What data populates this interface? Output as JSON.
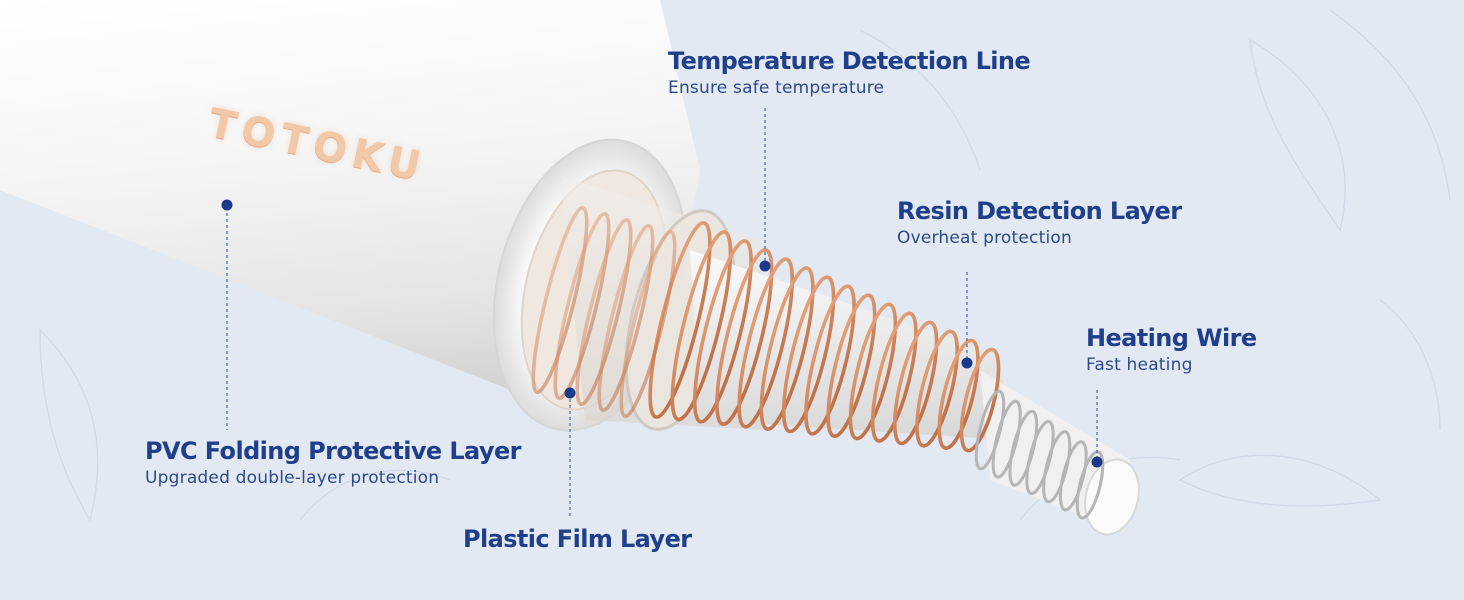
{
  "brand": {
    "logo_text": "TOTOKU"
  },
  "layers": [
    {
      "id": "temperature-detection-line",
      "title": "Temperature Detection Line",
      "subtitle": "Ensure safe temperature"
    },
    {
      "id": "resin-detection-layer",
      "title": "Resin Detection Layer",
      "subtitle": "Overheat protection"
    },
    {
      "id": "heating-wire",
      "title": "Heating Wire",
      "subtitle": "Fast heating"
    },
    {
      "id": "pvc-folding-protective-layer",
      "title": "PVC Folding Protective Layer",
      "subtitle": "Upgraded double-layer protection"
    },
    {
      "id": "plastic-film-layer",
      "title": "Plastic Film Layer",
      "subtitle": ""
    }
  ],
  "colors": {
    "background": "#e3e9f3",
    "label_blue": "#1f3f8a",
    "marker_blue": "#1d3a8a",
    "copper": "#c9794f",
    "sheath_white": "#f6f6f6"
  }
}
